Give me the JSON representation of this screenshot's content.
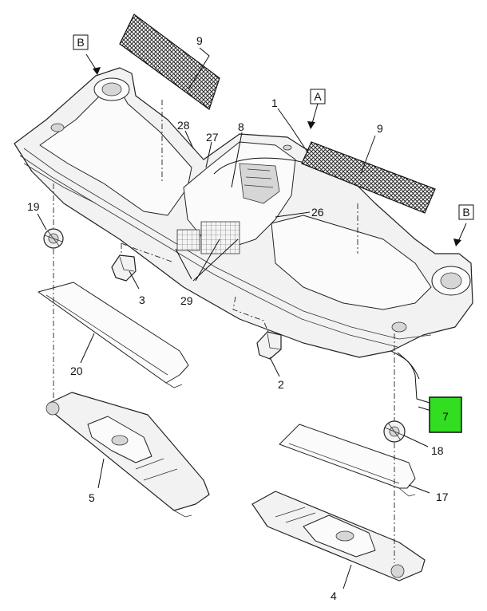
{
  "callouts": {
    "c1": "1",
    "c2": "2",
    "c3": "3",
    "c4": "4",
    "c5": "5",
    "c7": "7",
    "c8": "8",
    "c9a": "9",
    "c9b": "9",
    "c17": "17",
    "c18": "18",
    "c19": "19",
    "c20": "20",
    "c26": "26",
    "c27": "27",
    "c28": "28",
    "c29": "29"
  },
  "view_labels": {
    "a": "A",
    "b_left": "B",
    "b_right": "B"
  },
  "colors": {
    "highlight": "#33dd22",
    "mesh": "#2a2a2a"
  }
}
